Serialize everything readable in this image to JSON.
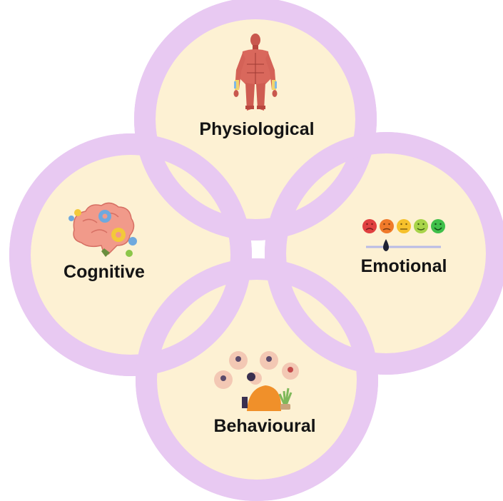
{
  "diagram": {
    "nodes": [
      {
        "id": "physiological",
        "label": "Physiological",
        "icon": "human-muscle-anatomy-icon"
      },
      {
        "id": "cognitive",
        "label": "Cognitive",
        "icon": "brain-gears-icon"
      },
      {
        "id": "emotional",
        "label": "Emotional",
        "icon": "mood-scale-icon"
      },
      {
        "id": "behavioural",
        "label": "Behavioural",
        "icon": "behaviour-thoughts-icon"
      }
    ],
    "colors": {
      "ring": "#e8c9f2",
      "fill": "#fdf1d3"
    }
  }
}
